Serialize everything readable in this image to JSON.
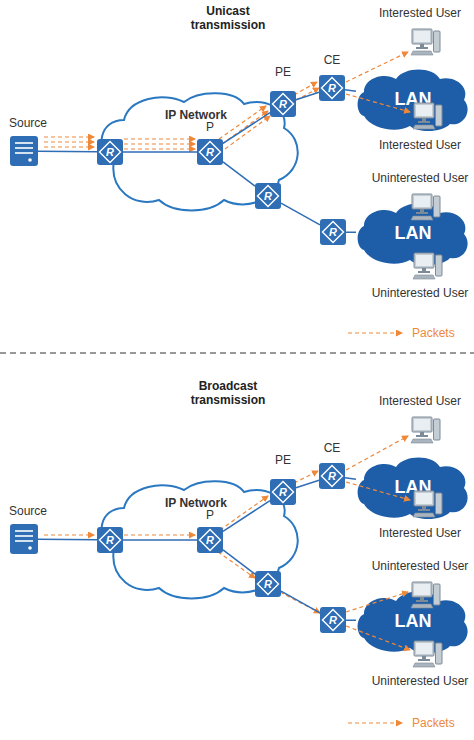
{
  "diagram": {
    "nodes": [
      {
        "text": [
          "Source"
        ]
      },
      {
        "text": [
          "IP Network"
        ]
      },
      {
        "text": [
          "R"
        ]
      },
      {
        "text": [
          "R",
          "P"
        ],
        "in": 1
      },
      {
        "text": [
          "R",
          "PE"
        ]
      },
      {
        "text": [
          "R",
          "CE"
        ]
      },
      {
        "text": [
          "LAN"
        ]
      },
      {
        "text": [
          "Interested User"
        ]
      },
      {
        "text": [
          "Interested User"
        ]
      },
      {
        "text": [
          "R"
        ]
      },
      {
        "text": [
          "R"
        ]
      },
      {
        "text": [
          "LAN"
        ]
      },
      {
        "text": [
          "Uninterested User"
        ]
      },
      {
        "text": [
          "Uninterested User"
        ]
      },
      {
        "text": [
          "Source"
        ]
      },
      {
        "text": [
          "IP Network"
        ]
      },
      {
        "text": [
          "R"
        ]
      },
      {
        "text": [
          "R",
          "P"
        ],
        "in": 15
      },
      {
        "text": [
          "R",
          "PE"
        ]
      },
      {
        "text": [
          "R",
          "CE"
        ]
      },
      {
        "text": [
          "LAN"
        ]
      },
      {
        "text": [
          "Interested User"
        ]
      },
      {
        "text": [
          "Interested User"
        ]
      },
      {
        "text": [
          "R"
        ]
      },
      {
        "text": [
          "R"
        ]
      },
      {
        "text": [
          "LAN"
        ]
      },
      {
        "text": [
          "Uninterested User"
        ]
      },
      {
        "text": [
          "Uninterested User"
        ]
      }
    ],
    "edges": [
      {
        "from": 0,
        "to": 2,
        "arrow": "none"
      },
      {
        "from": 2,
        "to": 3,
        "arrow": "none"
      },
      {
        "from": 3,
        "to": 4,
        "arrow": "none"
      },
      {
        "from": 4,
        "to": 5,
        "arrow": "none"
      },
      {
        "from": 5,
        "to": 6,
        "arrow": "none"
      },
      {
        "from": 3,
        "to": 9,
        "arrow": "none"
      },
      {
        "from": 9,
        "to": 10,
        "arrow": "none"
      },
      {
        "from": 10,
        "to": 11,
        "arrow": "none"
      },
      {
        "from": 14,
        "to": 16,
        "arrow": "none"
      },
      {
        "from": 16,
        "to": 17,
        "arrow": "none"
      },
      {
        "from": 17,
        "to": 18,
        "arrow": "none"
      },
      {
        "from": 18,
        "to": 19,
        "arrow": "none"
      },
      {
        "from": 19,
        "to": 20,
        "arrow": "none"
      },
      {
        "from": 17,
        "to": 23,
        "arrow": "none"
      },
      {
        "from": 23,
        "to": 24,
        "arrow": "none"
      },
      {
        "from": 24,
        "to": 25,
        "arrow": "none"
      }
    ],
    "labels": [
      "Unicast transmission",
      "Broadcast transmission"
    ],
    "legend": [
      {
        "text": "Packets"
      },
      {
        "text": "Packets"
      }
    ]
  }
}
